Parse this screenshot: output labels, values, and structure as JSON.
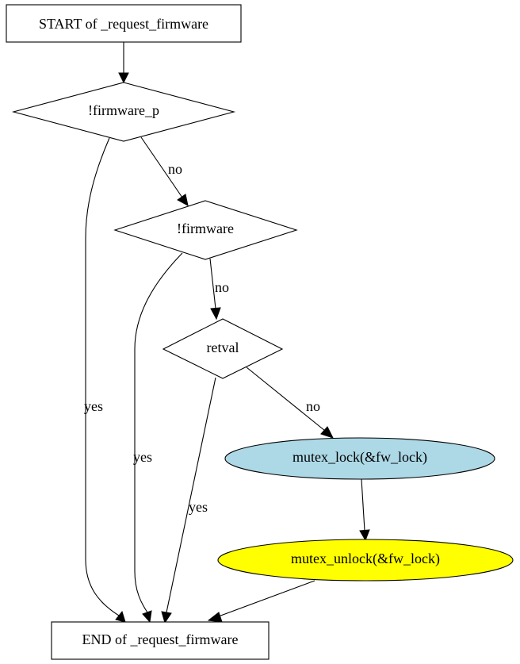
{
  "nodes": {
    "start": {
      "label": "START of _request_firmware"
    },
    "firmware_p_check": {
      "label": "!firmware_p"
    },
    "firmware_check": {
      "label": "!firmware"
    },
    "retval_check": {
      "label": "retval"
    },
    "mutex_lock": {
      "label": "mutex_lock(&fw_lock)",
      "fill": "#add8e6"
    },
    "mutex_unlock": {
      "label": "mutex_unlock(&fw_lock)",
      "fill": "#ffff00"
    },
    "end": {
      "label": "END of _request_firmware"
    }
  },
  "edges": {
    "firmware_p_no": "no",
    "firmware_p_yes": "yes",
    "firmware_no": "no",
    "firmware_yes": "yes",
    "retval_no": "no",
    "retval_yes": "yes"
  }
}
